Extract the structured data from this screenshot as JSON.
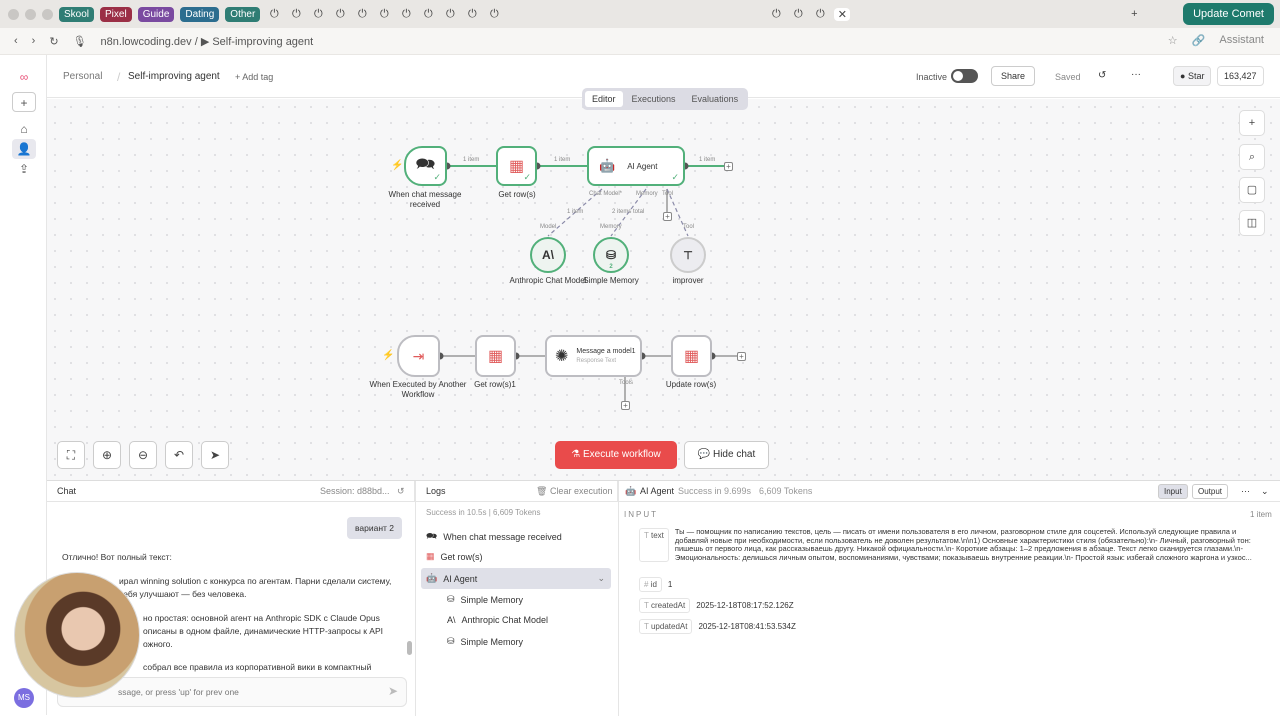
{
  "browser": {
    "tab_groups": [
      {
        "label": "Skool",
        "color": "#2f7d74"
      },
      {
        "label": "Pixel",
        "color": "#9b2f46"
      },
      {
        "label": "Guide",
        "color": "#7a4aa0"
      },
      {
        "label": "Dating",
        "color": "#2c6d8f"
      },
      {
        "label": "Other",
        "color": "#2f7d74"
      }
    ],
    "update_label": "Update Comet",
    "url": "n8n.lowcoding.dev / ▶ Self-improving agent",
    "assistant_label": "Assistant"
  },
  "header": {
    "project": "Personal",
    "workflow_name": "Self-improving agent",
    "add_tag": "+ Add tag",
    "status": "Inactive",
    "share": "Share",
    "saved": "Saved",
    "star": "Star",
    "star_count": "163,427",
    "tabs": [
      "Editor",
      "Executions",
      "Evaluations"
    ]
  },
  "canvas": {
    "nodes": {
      "chat_trigger": "When chat message received",
      "get_rows": "Get row(s)",
      "ai_agent": "AI Agent",
      "anthropic": "Anthropic Chat Model",
      "memory": "Simple Memory",
      "improver": "improver",
      "exec_trigger": "When Executed by Another Workflow",
      "get_rows1": "Get row(s)1",
      "message_model": "Message a model1",
      "message_model_sub": "Response Text",
      "update_rows": "Update row(s)"
    },
    "edge_labels": {
      "e1": "1 item",
      "e2": "1 item",
      "e3": "1 item",
      "model": "1 item",
      "memory": "2 items total"
    },
    "ports": {
      "chat_model": "Chat Model*",
      "memory": "Memory",
      "tool": "Tool",
      "model": "Model",
      "memory2": "Memory",
      "tool2": "Tool",
      "tools": "Tools"
    },
    "memory_badge": "2",
    "execute": "Execute workflow",
    "hide_chat": "Hide chat"
  },
  "chat": {
    "title": "Chat",
    "session": "Session: d88bd...",
    "user_message": "вариант 2",
    "bot_lines": [
      "Отлично! Вот полный текст:",
      "ирал winning solution с конкурса по агентам. Парни сделали систему,",
      "себя улучшают — без человека.",
      "но простая: основной агент на Anthropic SDK с Claude Opus",
      "описаны в одном файле, динамические HTTP-запросы к API",
      "ожного.",
      "собрал все правила из корпоративной вики в компактный"
    ],
    "placeholder": "ssage, or press 'up' for prev one",
    "avatar": "MS"
  },
  "logs": {
    "title": "Logs",
    "clear": "Clear execution",
    "success": "Success in 10.5s",
    "tokens": "6,609 Tokens",
    "items": [
      "When chat message received",
      "Get row(s)",
      "AI Agent"
    ],
    "children": [
      "Simple Memory",
      "Anthropic Chat Model",
      "Simple Memory"
    ]
  },
  "detail": {
    "node": "AI Agent",
    "success": "Success in 9.699s",
    "tokens": "6,609 Tokens",
    "input_btn": "Input",
    "output_btn": "Output",
    "section": "INPUT",
    "count": "1 item",
    "fields": [
      {
        "type": "T",
        "key": "text",
        "value": "Ты — помощник по написанию текстов, цель — писать от имени пользователя в его личном, разговорном стиле для соцсетей. Используй следующие правила и добавляй новые при необходимости, если пользователь не доволен результатом.\\n\\n1) Основные характеристики стиля (обязательно):\\n- Личный, разговорный тон: пишешь от первого лица, как рассказываешь другу. Никакой официальности.\\n- Короткие абзацы: 1–2 предложения в абзаце. Текст легко сканируется глазами.\\n- Эмоциональность: делишься личным опытом, воспоминаниями, чувствами; показываешь внутренние реакции.\\n- Простой язык: избегай сложного жаргона и узкос..."
      },
      {
        "type": "#",
        "key": "id",
        "value": "1"
      },
      {
        "type": "T",
        "key": "createdAt",
        "value": "2025-12-18T08:17:52.126Z"
      },
      {
        "type": "T",
        "key": "updatedAt",
        "value": "2025-12-18T08:41:53.534Z"
      }
    ]
  }
}
